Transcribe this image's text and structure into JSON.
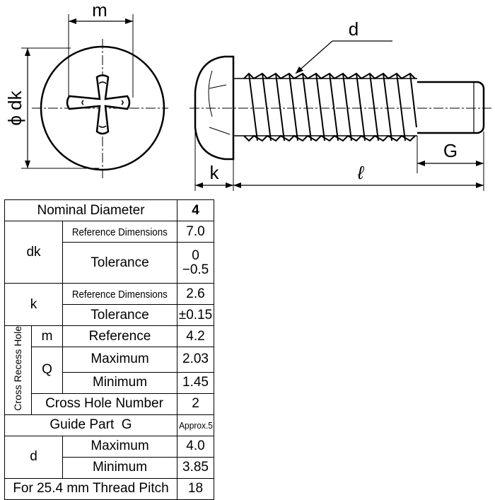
{
  "drawing": {
    "labels": {
      "m": "m",
      "dk": "ϕ dk",
      "d": "d",
      "k": "k",
      "l": "ℓ",
      "g": "G"
    }
  },
  "table": {
    "nominal_diameter": {
      "label": "Nominal Diameter",
      "value": "4"
    },
    "dk": {
      "label": "dk",
      "reference_label": "Reference Dimensions",
      "reference_value": "7.0",
      "tolerance_label": "Tolerance",
      "tolerance_upper": "0",
      "tolerance_lower": "−0.5"
    },
    "k": {
      "label": "k",
      "reference_label": "Reference Dimensions",
      "reference_value": "2.6",
      "tolerance_label": "Tolerance",
      "tolerance_value": "±0.15"
    },
    "cross_recess": {
      "group_label": "Cross Recess Hole",
      "m_label": "m",
      "m_reference_label": "Reference",
      "m_reference_value": "4.2",
      "q_label": "Q",
      "q_max_label": "Maximum",
      "q_max_value": "2.03",
      "q_min_label": "Minimum",
      "q_min_value": "1.45",
      "hole_number_label": "Cross Hole Number",
      "hole_number_value": "2"
    },
    "guide_part": {
      "label": "Guide Part",
      "symbol": "G",
      "value": "Approx.5"
    },
    "d": {
      "label": "d",
      "max_label": "Maximum",
      "max_value": "4.0",
      "min_label": "Minimum",
      "min_value": "3.85"
    },
    "thread_pitch": {
      "label": "For 25.4 mm Thread Pitch",
      "value": "18"
    }
  }
}
